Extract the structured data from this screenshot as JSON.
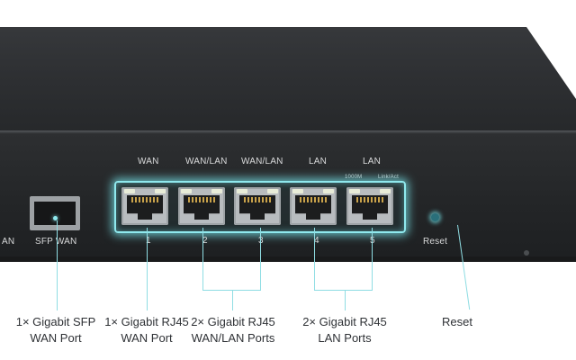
{
  "device": {
    "port_headers": [
      "WAN",
      "WAN/LAN",
      "WAN/LAN",
      "LAN",
      "LAN"
    ],
    "led_legend": {
      "speed": "1000M",
      "activity": "Link/Act"
    },
    "port_numbers": [
      "1",
      "2",
      "3",
      "4",
      "5"
    ],
    "sfp_label": "SFP WAN",
    "edge_label": "AN",
    "reset_label": "Reset"
  },
  "callouts": [
    {
      "line1": "1× Gigabit SFP",
      "line2": "WAN Port"
    },
    {
      "line1": "1× Gigabit RJ45",
      "line2": "WAN Port"
    },
    {
      "line1": "2× Gigabit RJ45",
      "line2": "WAN/LAN Ports"
    },
    {
      "line1": "2× Gigabit RJ45",
      "line2": "LAN Ports"
    },
    {
      "line1": "Reset",
      "line2": ""
    }
  ],
  "colors": {
    "highlight": "#8fe9ee",
    "chassis": "#2d2f31",
    "callout_text": "#2f3236"
  }
}
